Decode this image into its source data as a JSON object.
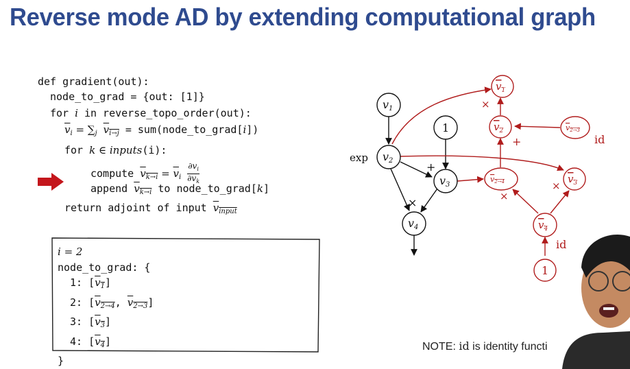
{
  "slide": {
    "title": "Reverse mode AD by extending computational graph"
  },
  "code": {
    "line1": "def gradient(out):",
    "line2": "node_to_grad = {out:  [1]}",
    "line3_a": "for ",
    "line3_i": "i",
    "line3_b": " in reverse_topo_order(out):",
    "line4_lhs": "v",
    "line4_lhs_sub": "i",
    "line4_eq": " = ∑",
    "line4_j": "j",
    "line4_v": "v",
    "line4_v_sub": "i→j",
    "line4_rest": " = sum(node_to_grad[",
    "line4_i": "i",
    "line4_end": "])",
    "line5_a": "for ",
    "line5_k": "k ∈ inputs",
    "line5_b": "(i):",
    "line6_a": "compute ",
    "line6_v": "v",
    "line6_sub": "k→i",
    "line6_eq": " = ",
    "line6_vi": "v",
    "line6_vi_sub": "i",
    "line6_frac_num": "∂v",
    "line6_frac_num_sub": "i",
    "line6_frac_den": "∂v",
    "line6_frac_den_sub": "k",
    "line7_a": "append ",
    "line7_v": "v",
    "line7_sub": "k→i",
    "line7_b": " to node_to_grad[",
    "line7_k": "k",
    "line7_end": "]",
    "line8_a": "return adjoint of input ",
    "line8_v": "v",
    "line8_sub": "input"
  },
  "state_box": {
    "i_line": "i = 2",
    "header": "node_to_grad: {",
    "rows": [
      {
        "key": "1: [",
        "val": "v",
        "sub": "1",
        "end": "]"
      },
      {
        "key": "2: [",
        "val": "v",
        "sub": "2→4",
        "mid": ", ",
        "val2": "v",
        "sub2": "2→3",
        "end": "]"
      },
      {
        "key": "3: [",
        "val": "v",
        "sub": "3",
        "end": "]"
      },
      {
        "key": "4: [",
        "val": "v",
        "sub": "4",
        "end": "]"
      }
    ],
    "close": "}"
  },
  "graph": {
    "exp_label": "exp",
    "id_label_1": "id",
    "id_label_2": "id",
    "plus": "+",
    "times": "×",
    "one": "1",
    "v": "v",
    "s1": "1",
    "s2": "2",
    "s3": "3",
    "s4": "4",
    "s23": "2→3",
    "s24": "2→4",
    "colors": {
      "black": "#111111",
      "red": "#b01c1c"
    }
  },
  "note": {
    "prefix": "NOTE: ",
    "id": "id",
    "suffix": " is identity functi"
  },
  "marker": {
    "color": "#c4161c"
  }
}
